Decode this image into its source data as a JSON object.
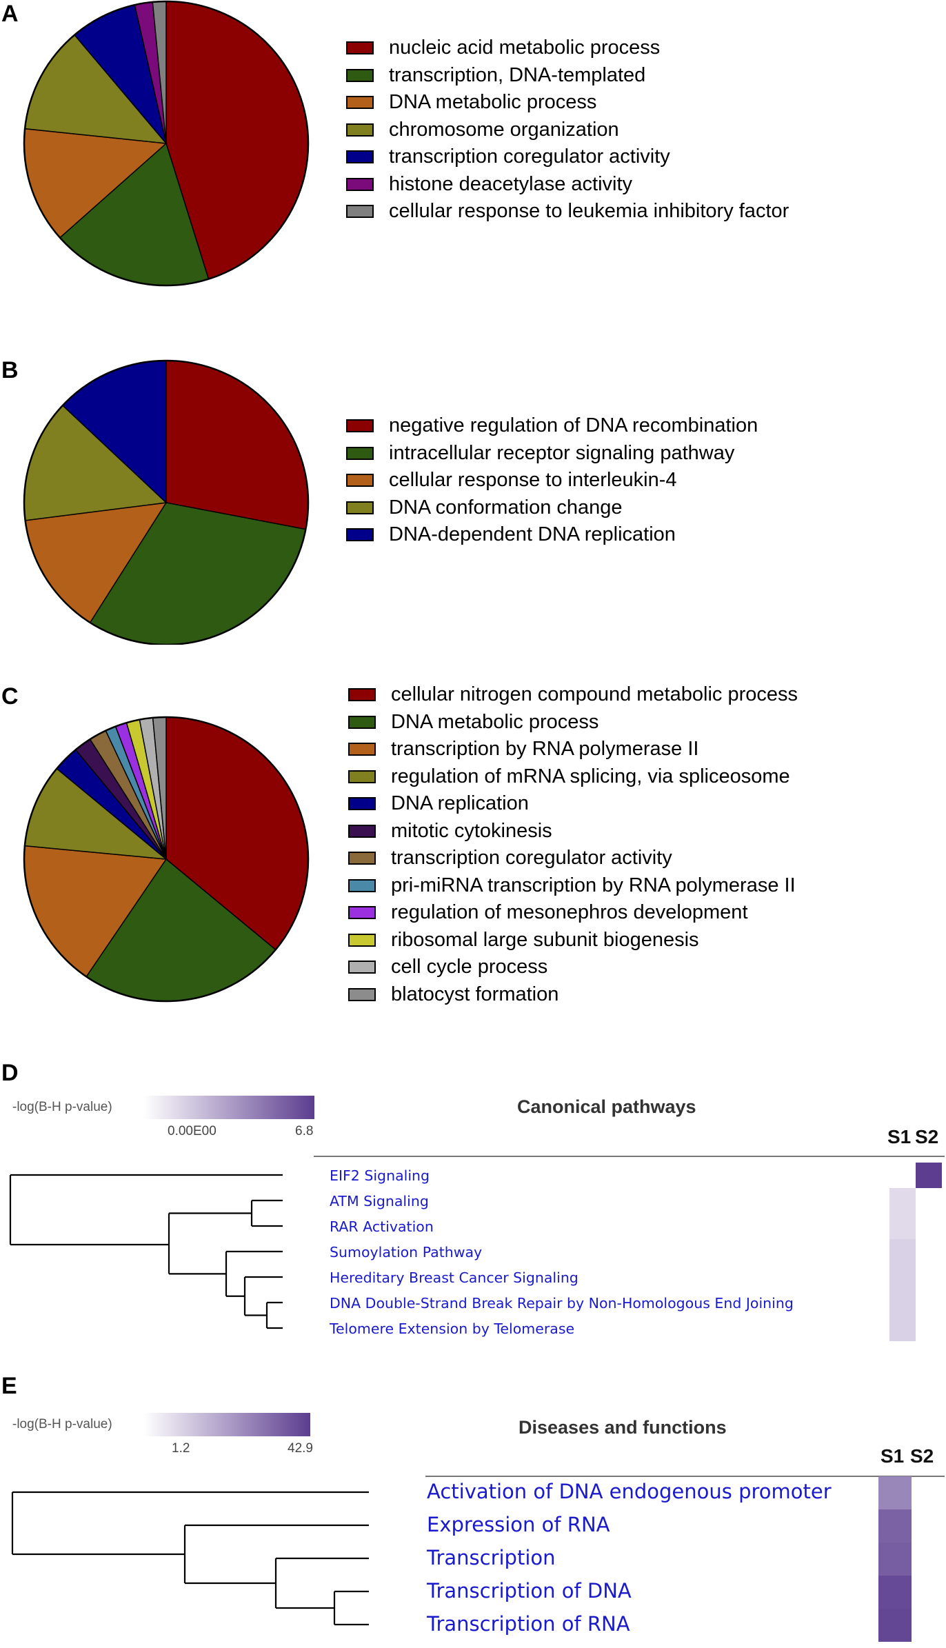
{
  "chart_data": [
    {
      "panel": "A",
      "type": "pie",
      "start_angle_deg": 90,
      "direction": "clockwise",
      "slices": [
        {
          "label": "nucleic acid metabolic process",
          "value": 44.5,
          "color": "#8b0000"
        },
        {
          "label": "transcription, DNA-templated",
          "value": 18.0,
          "color": "#2e5a12"
        },
        {
          "label": "DNA metabolic process",
          "value": 13.0,
          "color": "#b2601a"
        },
        {
          "label": "chromosome organization",
          "value": 12.0,
          "color": "#808020"
        },
        {
          "label": "transcription coregulator activity",
          "value": 7.5,
          "color": "#00008b"
        },
        {
          "label": "histone deacetylase activity",
          "value": 2.0,
          "color": "#7b0b7b"
        },
        {
          "label": "cellular response to leukemia inhibitory factor",
          "value": 1.5,
          "color": "#808080"
        }
      ]
    },
    {
      "panel": "B",
      "type": "pie",
      "start_angle_deg": 90,
      "direction": "clockwise",
      "slices": [
        {
          "label": "negative regulation of DNA recombination",
          "value": 28.0,
          "color": "#8b0000"
        },
        {
          "label": "intracellular receptor signaling pathway",
          "value": 31.0,
          "color": "#2e5a12"
        },
        {
          "label": "cellular response to interleukin-4",
          "value": 14.0,
          "color": "#b2601a"
        },
        {
          "label": "DNA conformation change",
          "value": 14.0,
          "color": "#808020"
        },
        {
          "label": "DNA-dependent DNA replication",
          "value": 13.0,
          "color": "#00008b"
        }
      ]
    },
    {
      "panel": "C",
      "type": "pie",
      "start_angle_deg": 90,
      "direction": "clockwise",
      "slices": [
        {
          "label": "cellular nitrogen compound metabolic process",
          "value": 36.0,
          "color": "#8b0000"
        },
        {
          "label": "DNA metabolic process",
          "value": 23.5,
          "color": "#2e5a12"
        },
        {
          "label": "transcription by RNA polymerase II",
          "value": 17.0,
          "color": "#b2601a"
        },
        {
          "label": "regulation of mRNA splicing, via spliceosome",
          "value": 9.5,
          "color": "#808020"
        },
        {
          "label": "DNA replication",
          "value": 3.0,
          "color": "#00008b"
        },
        {
          "label": "mitotic cytokinesis",
          "value": 2.0,
          "color": "#3a1050"
        },
        {
          "label": "transcription coregulator activity",
          "value": 2.0,
          "color": "#8a6a3a"
        },
        {
          "label": "pri-miRNA transcription by RNA polymerase II",
          "value": 1.2,
          "color": "#4a8aa8"
        },
        {
          "label": "regulation of mesonephros development",
          "value": 1.3,
          "color": "#9b30e0"
        },
        {
          "label": "ribosomal large subunit biogenesis",
          "value": 1.5,
          "color": "#c8c830"
        },
        {
          "label": "cell cycle process",
          "value": 1.5,
          "color": "#b0b0b0"
        },
        {
          "label": "blatocyst formation",
          "value": 1.5,
          "color": "#8c8c8c"
        }
      ]
    },
    {
      "panel": "D",
      "type": "heatmap",
      "title": "Canonical pathways",
      "colorbar": {
        "title": "-log(B-H p-value)",
        "min_label": "0.00E00",
        "max_label": "6.8",
        "min": 0,
        "max": 6.8,
        "color_low": "#ffffff",
        "color_high": "#5c3d8f"
      },
      "columns": [
        "S1",
        "S2"
      ],
      "rows": [
        "EIF2 Signaling",
        "ATM Signaling",
        "RAR Activation",
        "Sumoylation Pathway",
        "Hereditary Breast Cancer Signaling",
        "DNA Double-Strand Break Repair by Non-Homologous End Joining",
        "Telomere Extension by Telomerase"
      ],
      "values": [
        [
          null,
          6.8
        ],
        [
          1.3,
          null
        ],
        [
          1.3,
          null
        ],
        [
          1.6,
          null
        ],
        [
          1.6,
          null
        ],
        [
          1.6,
          null
        ],
        [
          1.6,
          null
        ]
      ],
      "dendrogram": "((EIF2 Signaling),((ATM Signaling, RAR Activation),(Sumoylation Pathway,(Hereditary Breast Cancer Signaling,(DNA Double-Strand Break Repair by Non-Homologous End Joining, Telomere Extension by Telomerase)))))"
    },
    {
      "panel": "E",
      "type": "heatmap",
      "title": "Diseases and functions",
      "colorbar": {
        "title": "-log(B-H p-value)",
        "min_label": "1.2",
        "max_label": "42.9",
        "min": 1.2,
        "max": 42.9,
        "color_low": "#ffffff",
        "color_high": "#5c3d8f"
      },
      "columns": [
        "S1",
        "S2"
      ],
      "rows": [
        "Activation of DNA endogenous promoter",
        "Expression of RNA",
        "Transcription",
        "Transcription of DNA",
        "Transcription of RNA"
      ],
      "values": [
        [
          27,
          null
        ],
        [
          35,
          null
        ],
        [
          36,
          null
        ],
        [
          40,
          null
        ],
        [
          41,
          null
        ]
      ],
      "dendrogram": "((Activation of DNA endogenous promoter),((Expression of RNA),((Transcription),(Transcription of DNA, Transcription of RNA))))"
    }
  ]
}
